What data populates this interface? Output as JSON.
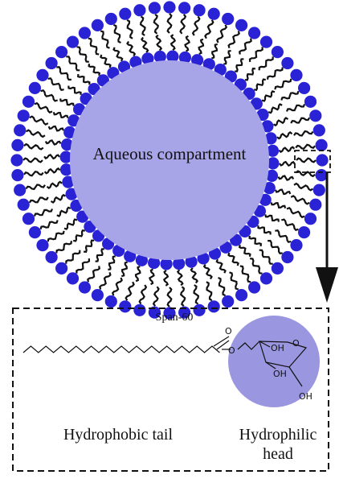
{
  "vesicle": {
    "core_label": "Aqueous compartment",
    "core_color": "#a8a4e8",
    "head_color": "#2a23d6",
    "tail_color": "#111111"
  },
  "detail": {
    "title": "Span-60",
    "tail_label": "Hydrophobic tail",
    "head_label_line1": "Hydrophilic",
    "head_label_line2": "head",
    "head_circle_color": "#9b96e0",
    "molecule": {
      "ester_o": "O",
      "ring_o": "O",
      "oh_1": "OH",
      "oh_2": "OH",
      "oh_3": "OH"
    }
  }
}
